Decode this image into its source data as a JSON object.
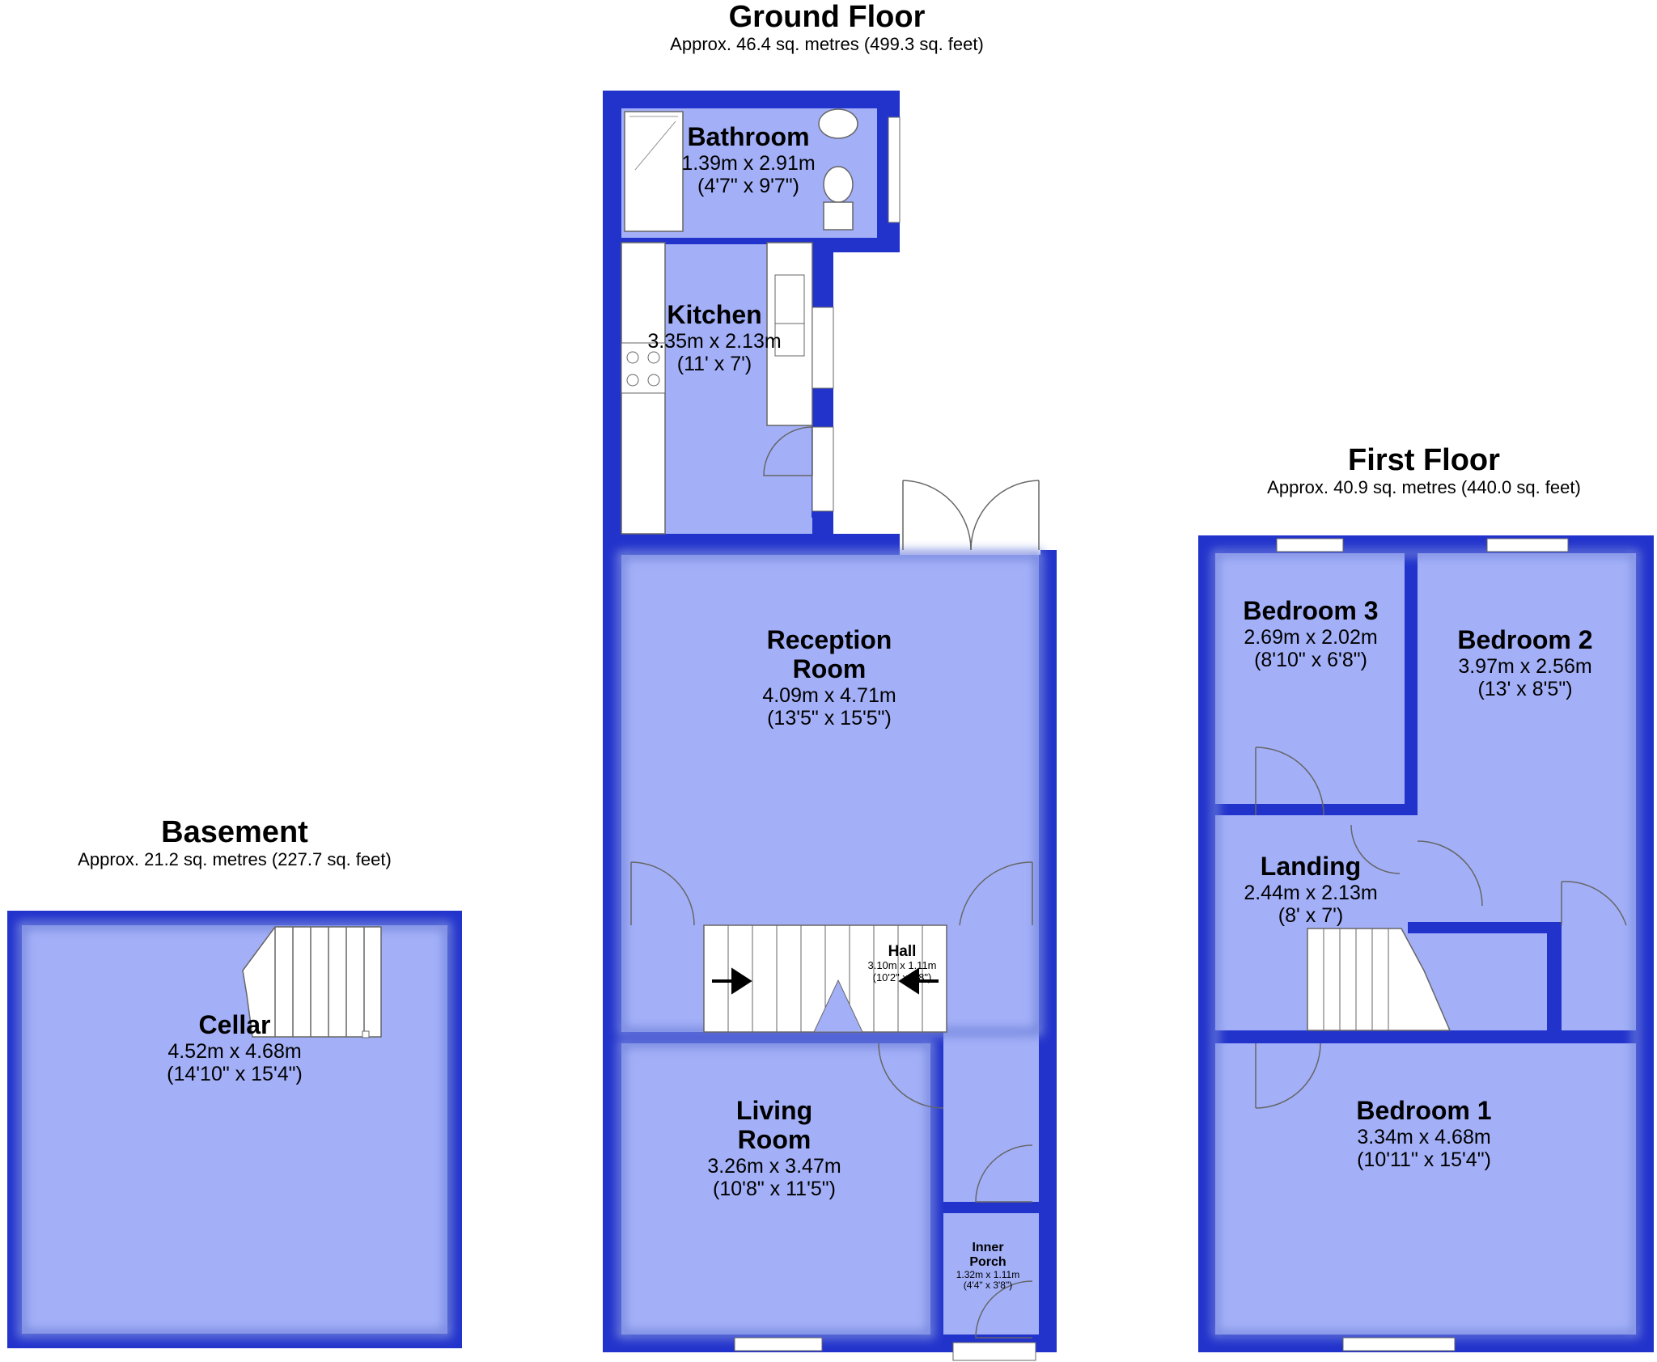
{
  "floors": {
    "ground": {
      "title": "Ground Floor",
      "area": "Approx. 46.4 sq. metres (499.3 sq. feet)"
    },
    "first": {
      "title": "First Floor",
      "area": "Approx. 40.9 sq. metres (440.0 sq. feet)"
    },
    "basement": {
      "title": "Basement",
      "area": "Approx. 21.2 sq. metres (227.7 sq. feet)"
    }
  },
  "rooms": {
    "bathroom": {
      "name": "Bathroom",
      "metric": "1.39m x 2.91m",
      "imperial": "(4'7\" x 9'7\")"
    },
    "kitchen": {
      "name": "Kitchen",
      "metric": "3.35m x 2.13m",
      "imperial": "(11' x 7')"
    },
    "reception": {
      "name_line1": "Reception",
      "name_line2": "Room",
      "metric": "4.09m x 4.71m",
      "imperial": "(13'5\" x 15'5\")"
    },
    "hall": {
      "name": "Hall",
      "metric": "3.10m x 1.11m",
      "imperial": "(10'2\" x 3'8\")"
    },
    "living": {
      "name_line1": "Living",
      "name_line2": "Room",
      "metric": "3.26m x 3.47m",
      "imperial": "(10'8\" x 11'5\")"
    },
    "inner_porch": {
      "name_line1": "Inner",
      "name_line2": "Porch",
      "metric": "1.32m x 1.11m",
      "imperial": "(4'4\" x 3'8\")"
    },
    "bedroom3": {
      "name": "Bedroom 3",
      "metric": "2.69m x 2.02m",
      "imperial": "(8'10\" x 6'8\")"
    },
    "bedroom2": {
      "name": "Bedroom 2",
      "metric": "3.97m x 2.56m",
      "imperial": "(13' x 8'5\")"
    },
    "landing": {
      "name": "Landing",
      "metric": "2.44m x 2.13m",
      "imperial": "(8' x 7')"
    },
    "bedroom1": {
      "name": "Bedroom 1",
      "metric": "3.34m x 4.68m",
      "imperial": "(10'11\" x 15'4\")"
    },
    "cellar": {
      "name": "Cellar",
      "metric": "4.52m x 4.68m",
      "imperial": "(14'10\" x 15'4\")"
    }
  },
  "colors": {
    "wall": "#2233cc",
    "floor": "#a3b0f8",
    "shadow": "#6f7fd8",
    "fixture": "#ffffff",
    "outline": "#666666"
  }
}
